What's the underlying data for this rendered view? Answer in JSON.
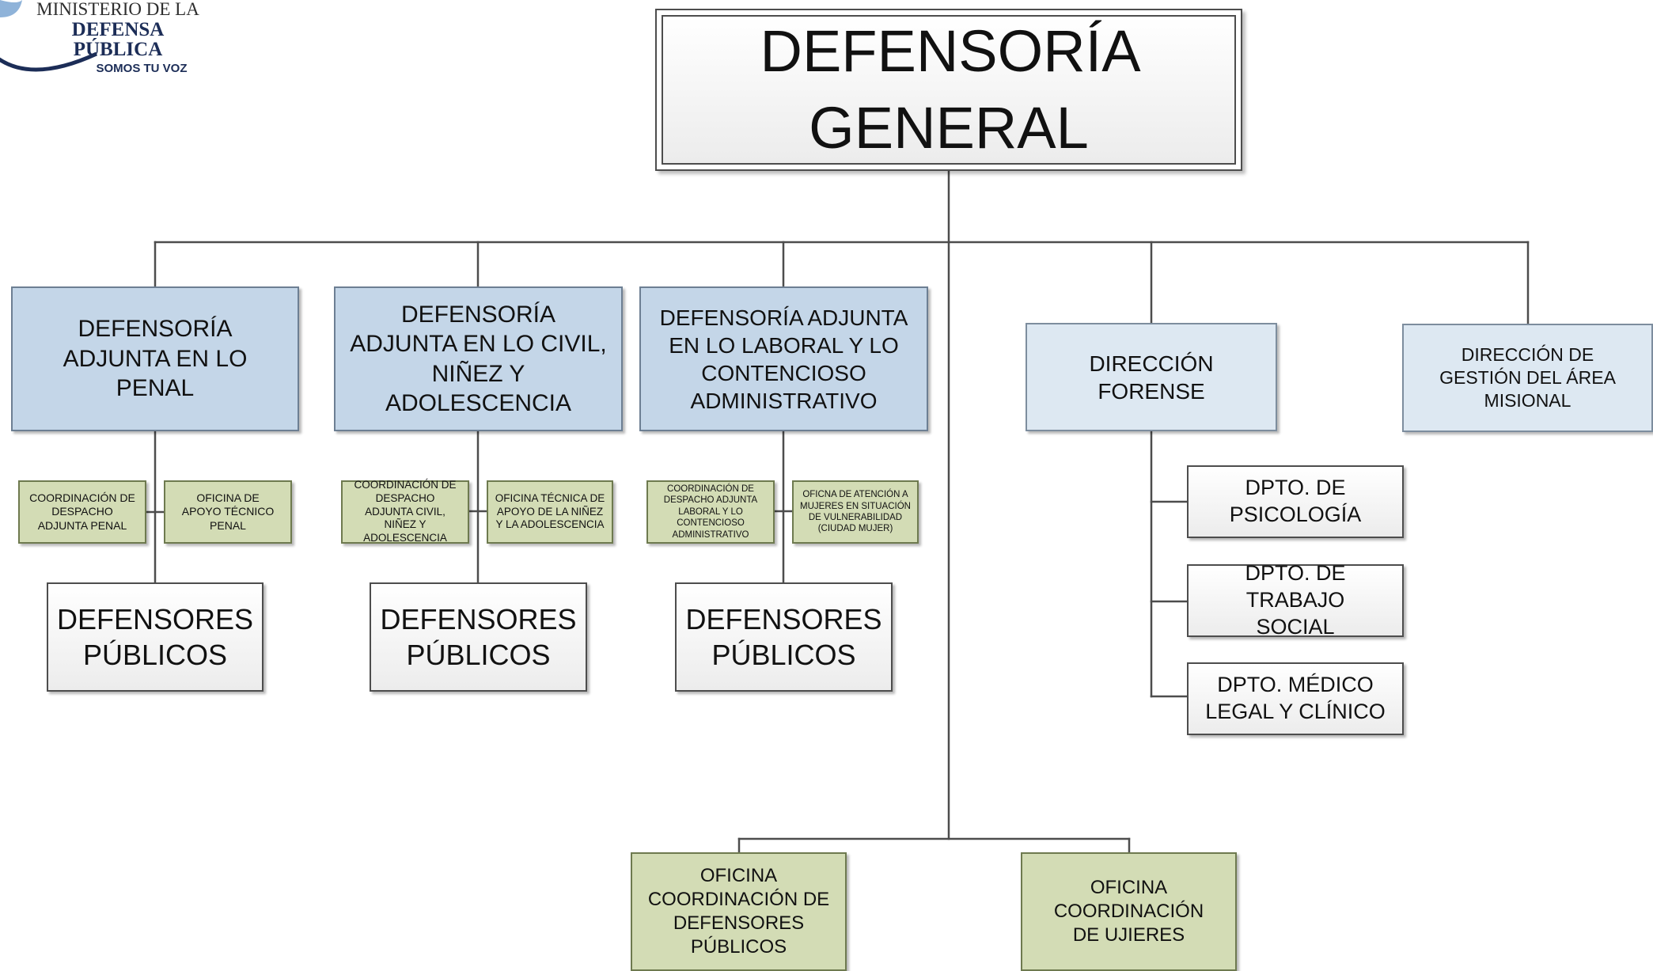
{
  "logo": {
    "line1": "MINISTERIO DE LA",
    "line2": "DEFENSA PÚBLICA",
    "line3": "SOMOS TU VOZ"
  },
  "top": {
    "title": "DEFENSORÍA GENERAL"
  },
  "adjuntas": [
    {
      "title": "DEFENSORÍA ADJUNTA EN LO PENAL",
      "left_office": "COORDINACIÓN DE DESPACHO ADJUNTA PENAL",
      "right_office": "OFICINA DE APOYO TÉCNICO PENAL",
      "defenders": "DEFENSORES PÚBLICOS"
    },
    {
      "title": "DEFENSORÍA ADJUNTA EN LO CIVIL, NIÑEZ Y ADOLESCENCIA",
      "left_office": "COORDINACIÓN DE DESPACHO ADJUNTA CIVIL, NIÑEZ Y ADOLESCENCIA",
      "right_office": "OFICINA TÉCNICA DE APOYO DE LA NIÑEZ Y LA ADOLESCENCIA",
      "defenders": "DEFENSORES PÚBLICOS"
    },
    {
      "title": "DEFENSORÍA ADJUNTA EN LO LABORAL Y LO CONTENCIOSO ADMINISTRATIVO",
      "left_office": "COORDINACIÓN DE DESPACHO ADJUNTA LABORAL Y LO CONTENCIOSO ADMINISTRATIVO",
      "right_office": "OFICNA DE ATENCIÓN A MUJERES EN SITUACIÓN DE VULNERABILIDAD (CIUDAD MUJER)",
      "defenders": "DEFENSORES PÚBLICOS"
    }
  ],
  "forense": {
    "title": "DIRECCIÓN FORENSE",
    "departments": [
      "DPTO. DE PSICOLOGÍA",
      "DPTO. DE TRABAJO SOCIAL",
      "DPTO. MÉDICO LEGAL Y CLÍNICO"
    ]
  },
  "gestion": {
    "title": "DIRECCIÓN DE GESTIÓN DEL ÁREA MISIONAL"
  },
  "offices": [
    "OFICINA COORDINACIÓN DE DEFENSORES PÚBLICOS",
    "OFICINA COORDINACIÓN DE UJIERES"
  ],
  "colors": {
    "adjunta_fill": "#c4d6e8",
    "direccion_fill": "#dde8f2",
    "office_fill": "#d3dcb5",
    "box_fill": "#f3f3f3",
    "logo_text": "#1c2d57",
    "connector": "#4d4d4d"
  }
}
